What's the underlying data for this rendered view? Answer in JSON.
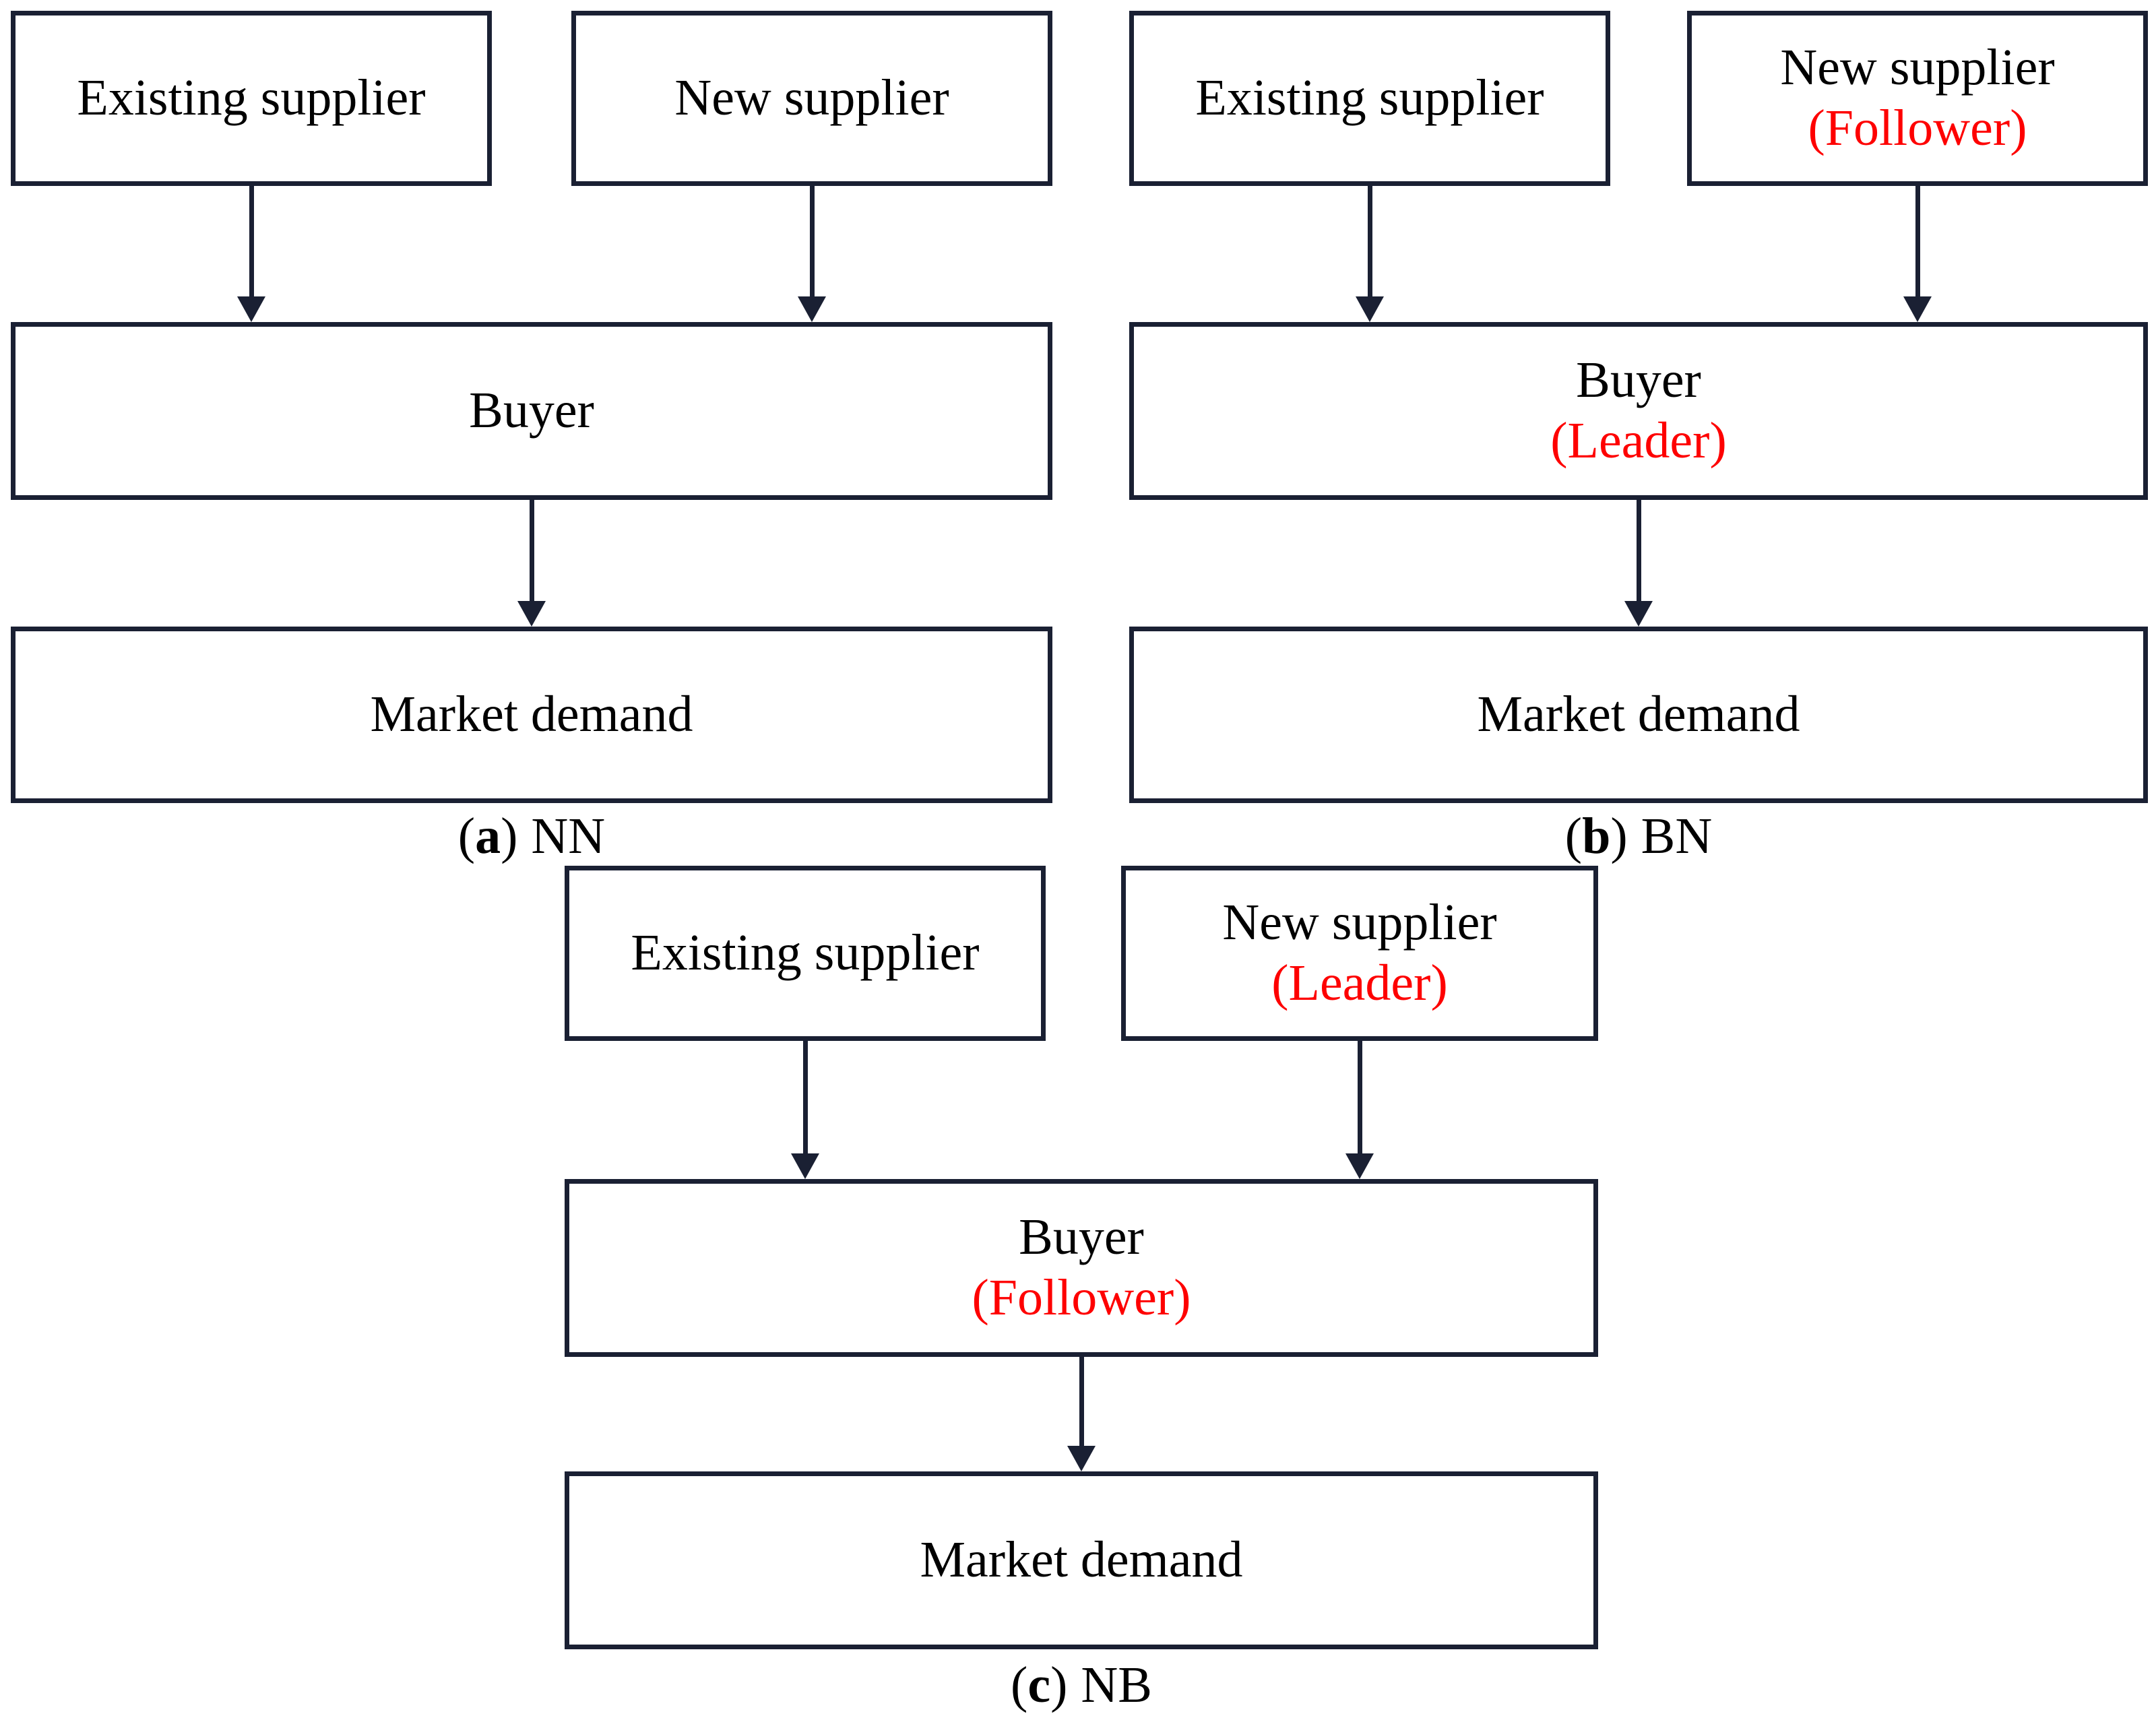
{
  "colors": {
    "line": "#1a2033",
    "red": "#fe0000",
    "text": "#000000",
    "background": "#ffffff"
  },
  "panels": [
    {
      "id": "a",
      "caption": {
        "open": "(",
        "letter": "a",
        "close": ")",
        "code": "NN"
      },
      "nodes": {
        "existing_supplier": {
          "label": "Existing supplier"
        },
        "new_supplier": {
          "label": "New supplier"
        },
        "buyer": {
          "label": "Buyer"
        },
        "market_demand": {
          "label": "Market demand"
        }
      }
    },
    {
      "id": "b",
      "caption": {
        "open": "(",
        "letter": "b",
        "close": ")",
        "code": "BN"
      },
      "nodes": {
        "existing_supplier": {
          "label": "Existing supplier"
        },
        "new_supplier": {
          "label": "New supplier",
          "role": "(Follower)"
        },
        "buyer": {
          "label": "Buyer",
          "role": "(Leader)"
        },
        "market_demand": {
          "label": "Market demand"
        }
      }
    },
    {
      "id": "c",
      "caption": {
        "open": "(",
        "letter": "c",
        "close": ")",
        "code": "NB"
      },
      "nodes": {
        "existing_supplier": {
          "label": "Existing supplier"
        },
        "new_supplier": {
          "label": "New supplier",
          "role": "(Leader)"
        },
        "buyer": {
          "label": "Buyer",
          "role": "(Follower)"
        },
        "market_demand": {
          "label": "Market demand"
        }
      }
    }
  ]
}
